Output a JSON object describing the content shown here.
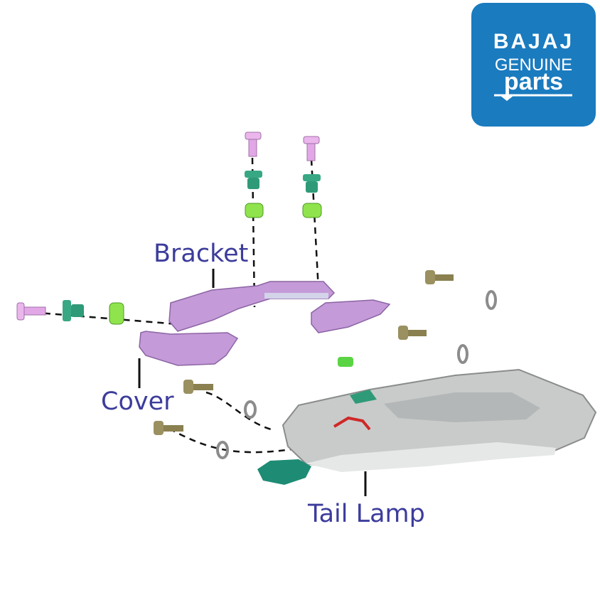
{
  "logo": {
    "brand": "BAJAJ",
    "line1": "GENUINE",
    "line2": "parts",
    "background_color": "#1a7bbf"
  },
  "labels": {
    "bracket": "Bracket",
    "cover": "Cover",
    "tail_lamp": "Tail Lamp"
  },
  "colors": {
    "label_text": "#3c3c9c",
    "bracket_part": "#c49ad8",
    "screw_pink": "#e2a8e6",
    "grommet_green": "#2f9a78",
    "bush_lightgreen": "#8fe34c",
    "bolt_olive": "#8a8050",
    "lamp_gray": "#c9cbcb",
    "leader_line": "#111111"
  },
  "icons": [
    "screw-icon",
    "grommet-icon",
    "bush-icon",
    "bolt-icon",
    "washer-icon"
  ]
}
